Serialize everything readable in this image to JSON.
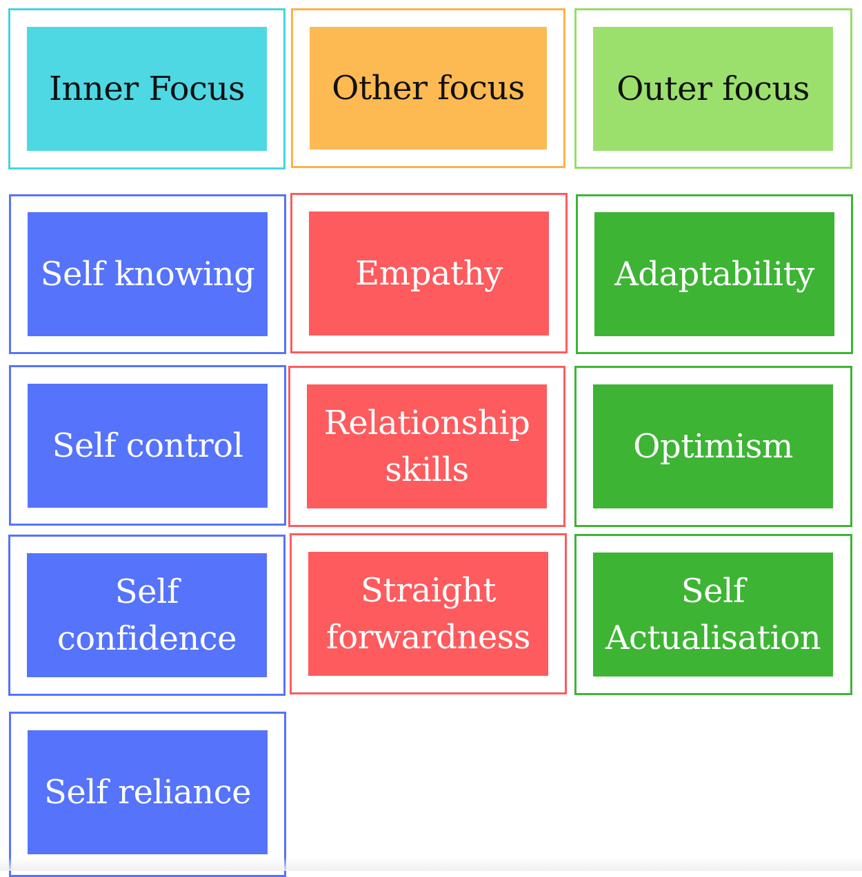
{
  "colors": {
    "inner_header": "#4ed8e3",
    "inner_header_border": "#45d3de",
    "other_header": "#fdb952",
    "other_header_border": "#fbb24a",
    "outer_header": "#9be06d",
    "outer_header_border": "#96dc68",
    "inner": "#5573fb",
    "other": "#fd5b5e",
    "outer": "#3db434",
    "header_text": "#111111",
    "item_text": "#ffffff"
  },
  "columns": [
    {
      "key": "inner",
      "header": "Inner Focus",
      "items": [
        "Self knowing",
        "Self control",
        "Self\nconfidence",
        "Self reliance"
      ]
    },
    {
      "key": "other",
      "header": "Other focus",
      "items": [
        "Empathy",
        "Relationship\nskills",
        "Straight\nforwardness"
      ]
    },
    {
      "key": "outer",
      "header": "Outer focus",
      "items": [
        "Adaptability",
        "Optimism",
        "Self\nActualisation"
      ]
    }
  ]
}
